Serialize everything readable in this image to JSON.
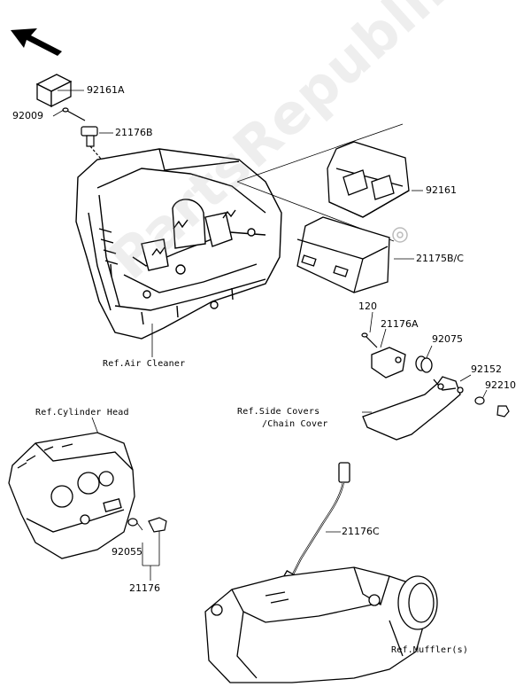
{
  "watermark": "PartsRepublik",
  "labels": {
    "p92161A": "92161A",
    "p92009": "92009",
    "p21176B": "21176B",
    "p92161": "92161",
    "p21175BC": "21175B/C",
    "p120": "120",
    "p21176A": "21176A",
    "p92075": "92075",
    "p92152": "92152",
    "p92210": "92210",
    "p21176C": "21176C",
    "p92055": "92055",
    "p21176": "21176"
  },
  "refs": {
    "air_cleaner": "Ref.Air Cleaner",
    "cylinder_head": "Ref.Cylinder Head",
    "side_covers_1": "Ref.Side Covers",
    "side_covers_2": "/Chain Cover",
    "muffler": "Ref.Muffler(s)"
  },
  "colors": {
    "line": "#000000",
    "watermark": "#a0a0a0"
  }
}
